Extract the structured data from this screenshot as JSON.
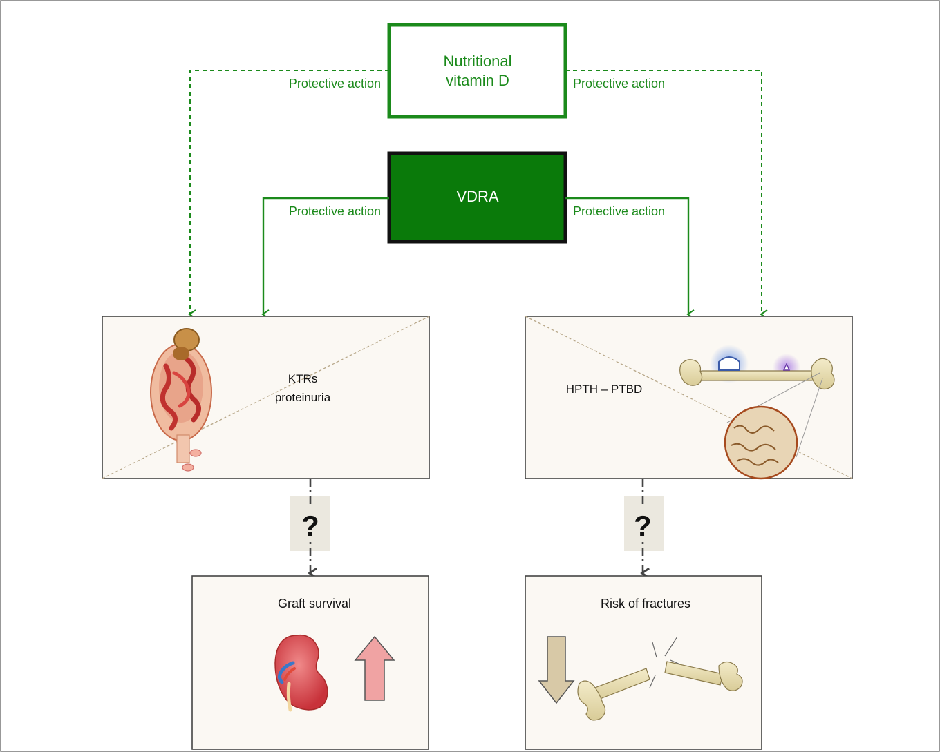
{
  "top_box": {
    "line1": "Nutritional",
    "line2": "vitamin D"
  },
  "vdra_box": {
    "label": "VDRA"
  },
  "edge_labels": {
    "nd_left": "Protective action",
    "nd_right": "Protective action",
    "vdra_left": "Protective action",
    "vdra_right": "Protective action"
  },
  "kidney_panel": {
    "line1": "KTRs",
    "line2": "proteinuria"
  },
  "bone_panel": {
    "label": "HPTH – PTBD"
  },
  "uncertainty_left": {
    "symbol": "?"
  },
  "uncertainty_right": {
    "symbol": "?"
  },
  "outcome_left": {
    "title": "Graft survival",
    "trend": "up"
  },
  "outcome_right": {
    "title": "Risk of fractures",
    "trend": "down"
  },
  "colors": {
    "green": "#1b8a1b",
    "dark_green": "#0a7a0a",
    "panel_fill": "#fbf8f3",
    "question_box": "#ebe8df",
    "up_arrow": "#f0a3a3",
    "down_arrow": "#d8c9a7"
  }
}
